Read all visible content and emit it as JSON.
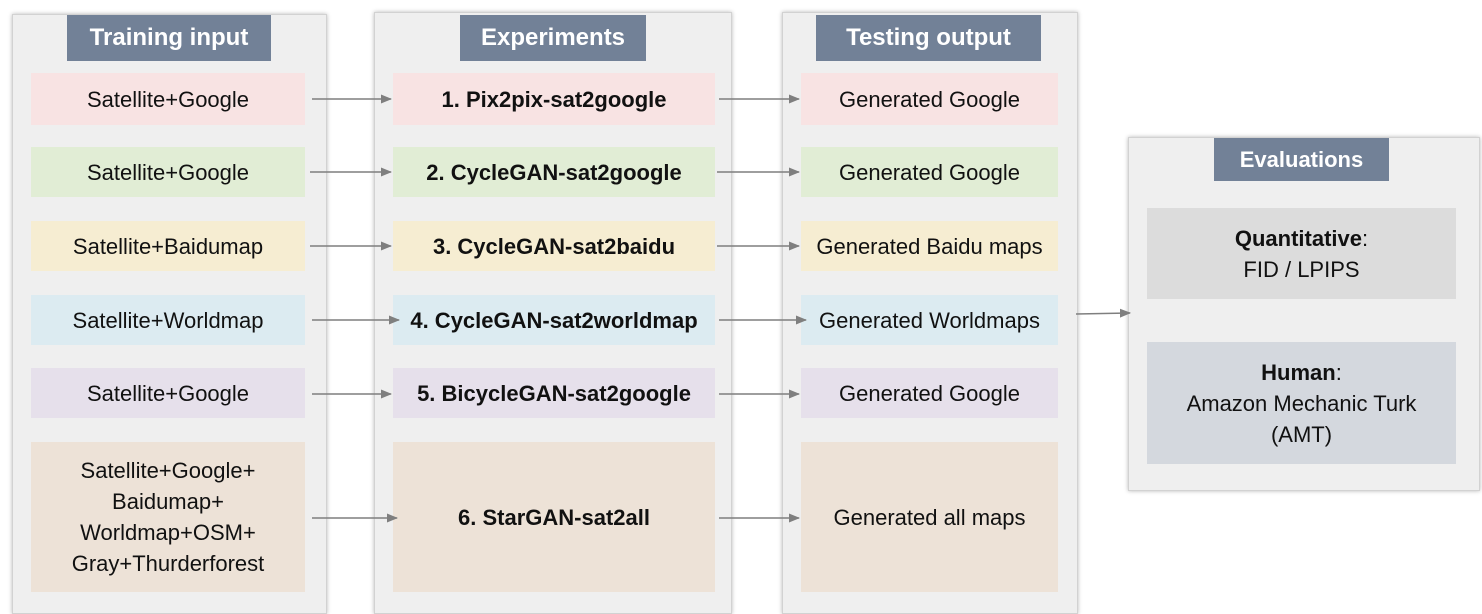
{
  "colors": {
    "pink": "#f8e3e3",
    "green": "#e1edd5",
    "yellow": "#f6edd2",
    "blue": "#dcebf1",
    "purple": "#e6e0eb",
    "tan": "#ede2d7",
    "header": "#728197",
    "panel": "#efefef",
    "eval_box": "#dcdcdc",
    "eval_box_human": "#d4d8de",
    "arrow": "#7f7f7f"
  },
  "columns": {
    "training": {
      "title": "Training input",
      "items": [
        "Satellite+Google",
        "Satellite+Google",
        "Satellite+Baidumap",
        "Satellite+Worldmap",
        "Satellite+Google",
        "Satellite+Google+\nBaidumap+\nWorldmap+OSM+\nGray+Thurderforest"
      ]
    },
    "experiments": {
      "title": "Experiments",
      "items": [
        "1. Pix2pix-sat2google",
        "2. CycleGAN-sat2google",
        "3. CycleGAN-sat2baidu",
        "4. CycleGAN-sat2worldmap",
        "5. BicycleGAN-sat2google",
        "6. StarGAN-sat2all"
      ]
    },
    "testing": {
      "title": "Testing output",
      "items": [
        "Generated Google",
        "Generated Google",
        "Generated Baidu maps",
        "Generated Worldmaps",
        "Generated Google",
        "Generated all maps"
      ]
    }
  },
  "evaluations": {
    "title": "Evaluations",
    "quantitative": {
      "label": "Quantitative",
      "colon": ":",
      "value": "FID / LPIPS"
    },
    "human": {
      "label": "Human",
      "colon": ":",
      "value": "Amazon Mechanic Turk\n(AMT)"
    }
  }
}
